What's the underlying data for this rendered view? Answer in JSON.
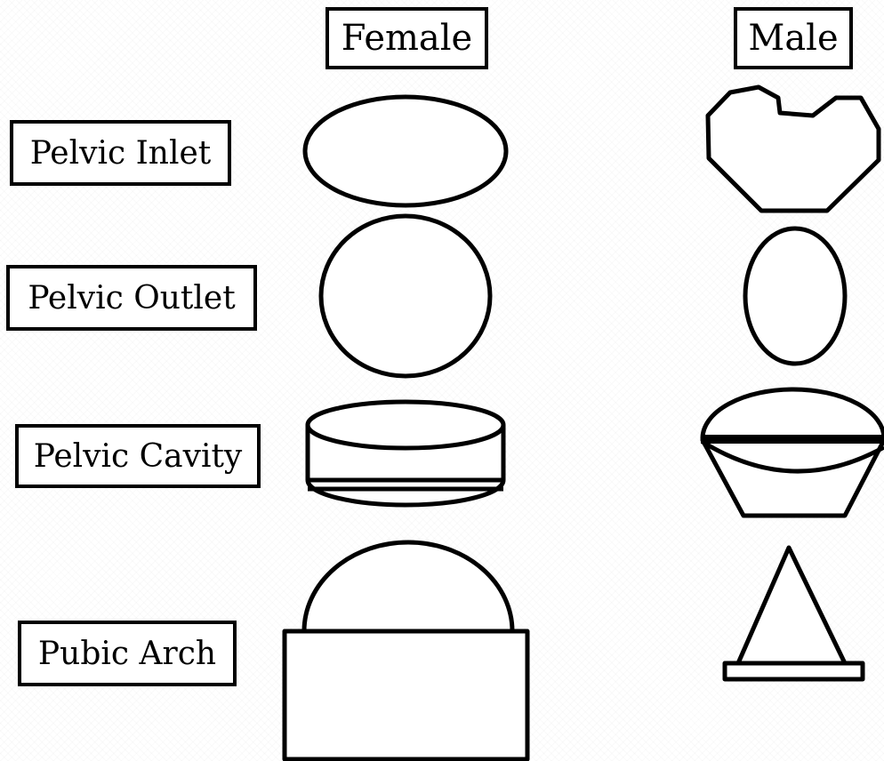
{
  "columns": {
    "female": "Female",
    "male": "Male"
  },
  "rows": {
    "inlet": "Pelvic Inlet",
    "outlet": "Pelvic Outlet",
    "cavity": "Pelvic Cavity",
    "arch": "Pubic Arch"
  }
}
